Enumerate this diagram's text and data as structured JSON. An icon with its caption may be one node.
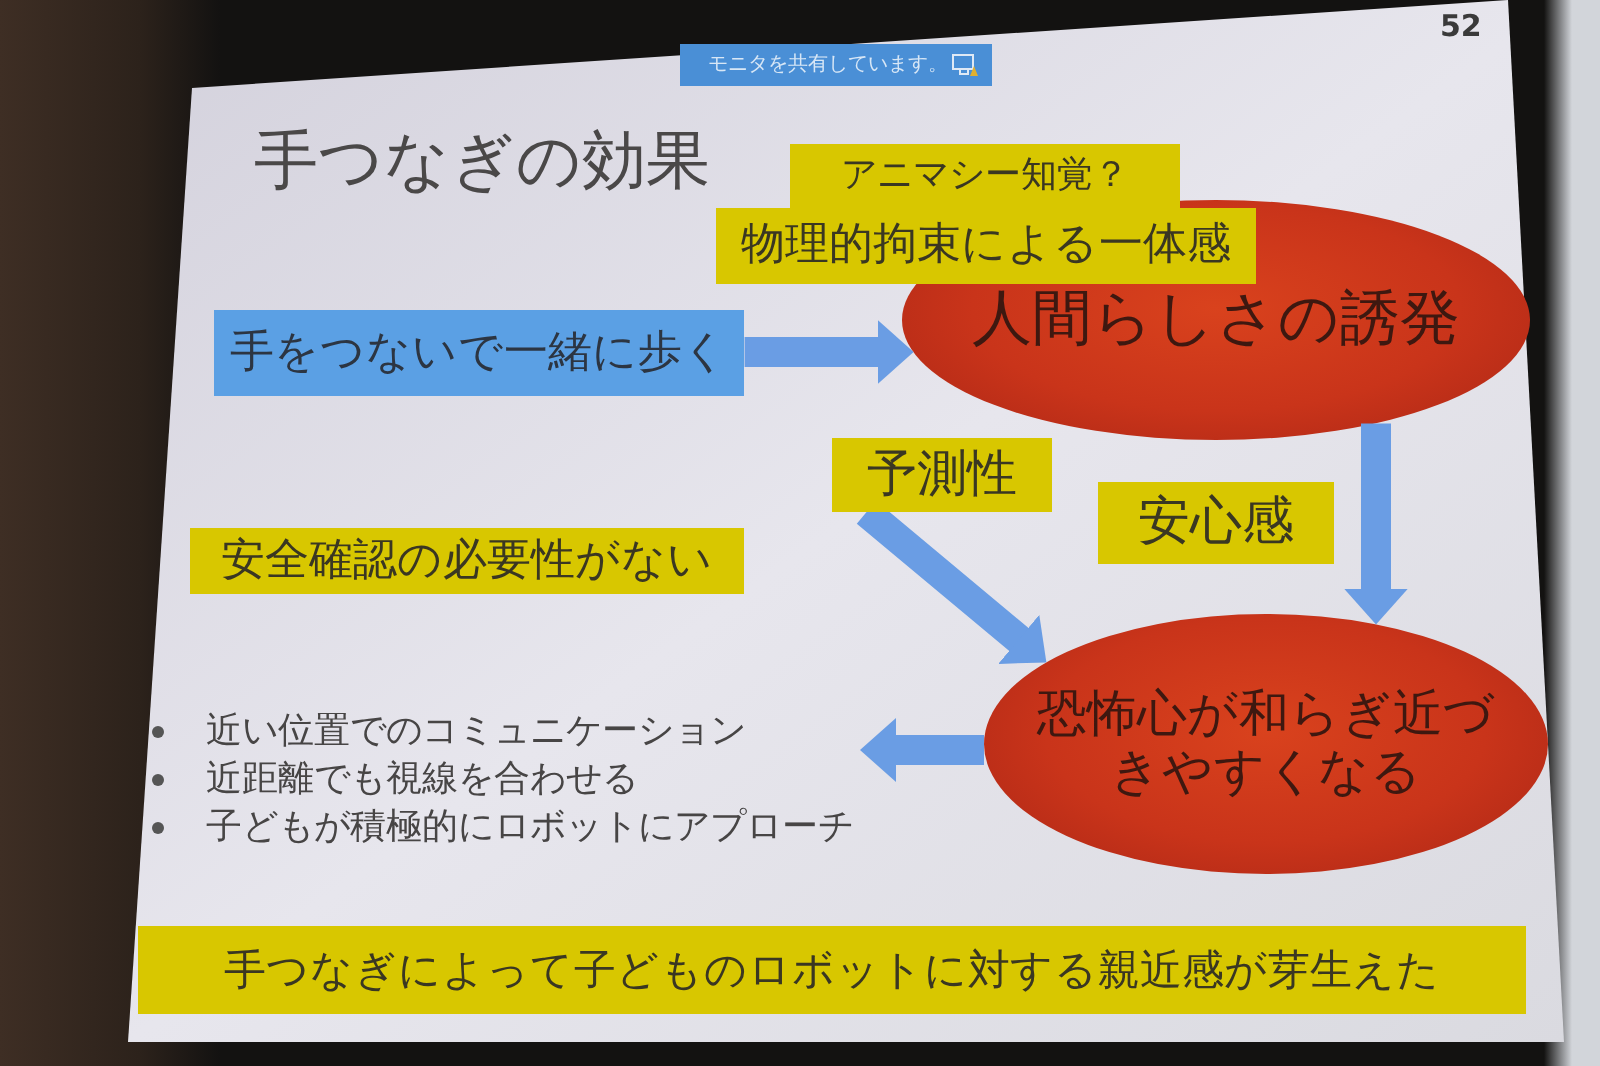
{
  "diagram": {
    "title": "手つなぎの効果",
    "nodes": [
      {
        "text": [
          "アニマシー知覚？"
        ]
      },
      {
        "text": [
          "物理的拘束による一体感"
        ]
      },
      {
        "text": [
          "手をつないで一緒に歩く"
        ]
      },
      {
        "text": [
          "人間らしさの誘発"
        ]
      },
      {
        "text": [
          "予測性"
        ]
      },
      {
        "text": [
          "安全確認の必要性がない"
        ]
      },
      {
        "text": [
          "安心感"
        ]
      },
      {
        "text": [
          "恐怖心が和らぎ近づきやすくなる"
        ]
      },
      {
        "text": [
          "近い位置でのコミュニケーション",
          "近距離でも視線を合わせる",
          "子どもが積極的にロボットにアプローチ"
        ]
      },
      {
        "text": [
          "手つなぎによって子どものロボットに対する親近感が芽生えた"
        ]
      }
    ],
    "edges": [
      {
        "from": 2,
        "to": 3,
        "arrow": "to"
      },
      {
        "from": 4,
        "to": 7,
        "arrow": "to"
      },
      {
        "from": 3,
        "to": 7,
        "arrow": "to"
      },
      {
        "from": 7,
        "to": 8,
        "arrow": "to"
      }
    ],
    "labels": [
      "モニタを共有しています。",
      "52"
    ]
  }
}
